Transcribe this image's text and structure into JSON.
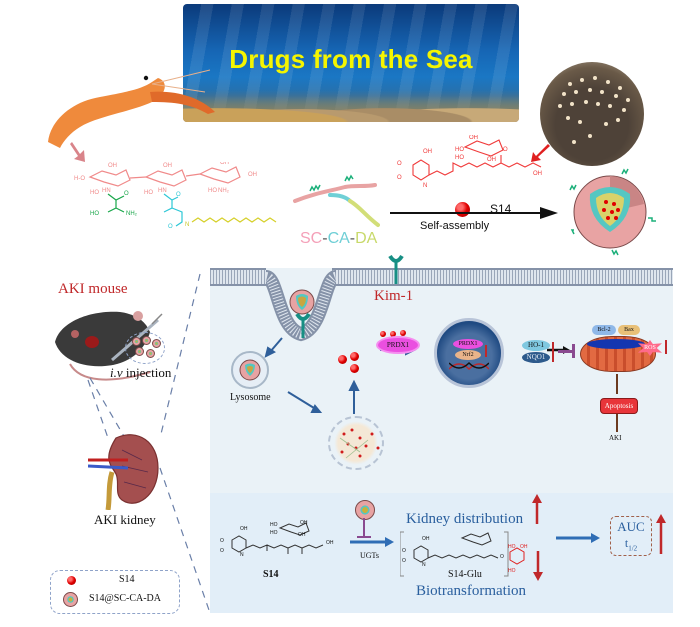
{
  "banner": {
    "title": "Drugs from the Sea"
  },
  "top": {
    "polymer_label_parts": [
      {
        "text": "SC",
        "color": "#f4a0b8"
      },
      {
        "text": "-",
        "color": "#555555"
      },
      {
        "text": "CA",
        "color": "#6fcfd6"
      },
      {
        "text": "-",
        "color": "#555555"
      },
      {
        "text": "DA",
        "color": "#c8d96a"
      }
    ],
    "drug_label": "S14",
    "process_label": "Self-assembly",
    "chem_labels": {
      "sugar_oh": "OH",
      "amine": "NH2",
      "amide_h": "H",
      "n": "N"
    }
  },
  "left": {
    "mouse_title": "AKI mouse",
    "injection_label_italic": "i.v",
    "injection_label": "injection",
    "kidney_label": "AKI kidney",
    "legend": [
      {
        "icon": "red-sphere-icon",
        "label": "S14"
      },
      {
        "icon": "nanoparticle-icon",
        "label": "S14@SC-CA-DA"
      }
    ]
  },
  "panel": {
    "receptor_label": "Kim-1",
    "lysosome_label": "Lysosome",
    "prdx1_label": "PRDX1",
    "nucleus": {
      "prdx1": "PRDX1",
      "nrf2": "Nrf2"
    },
    "antioxidants": [
      "HO-1",
      "NQO1"
    ],
    "mito": {
      "bcl2": "Bcl-2",
      "bax": "Bax",
      "ros": "ROS"
    },
    "apoptosis_label": "Apoptosis",
    "aki_label": "AKI",
    "kidney_distribution": "Kidney distribution",
    "biotransformation": "Biotransformation",
    "s14_label": "S14",
    "s14_glu_label": "S14-Glu",
    "enzyme_label": "UGTs",
    "pk": {
      "auc": "AUC",
      "t_half_base": "t",
      "t_half_sub": "1/2"
    }
  },
  "colors": {
    "accent_red": "#c0282a",
    "text_blue": "#2a5f9e",
    "arrow_blue": "#2f6db5",
    "receptor_teal": "#178f84",
    "prdx_magenta": "#ea4fe0",
    "apoptosis_red": "#e8353a",
    "brown_arrow": "#6b3a20"
  }
}
